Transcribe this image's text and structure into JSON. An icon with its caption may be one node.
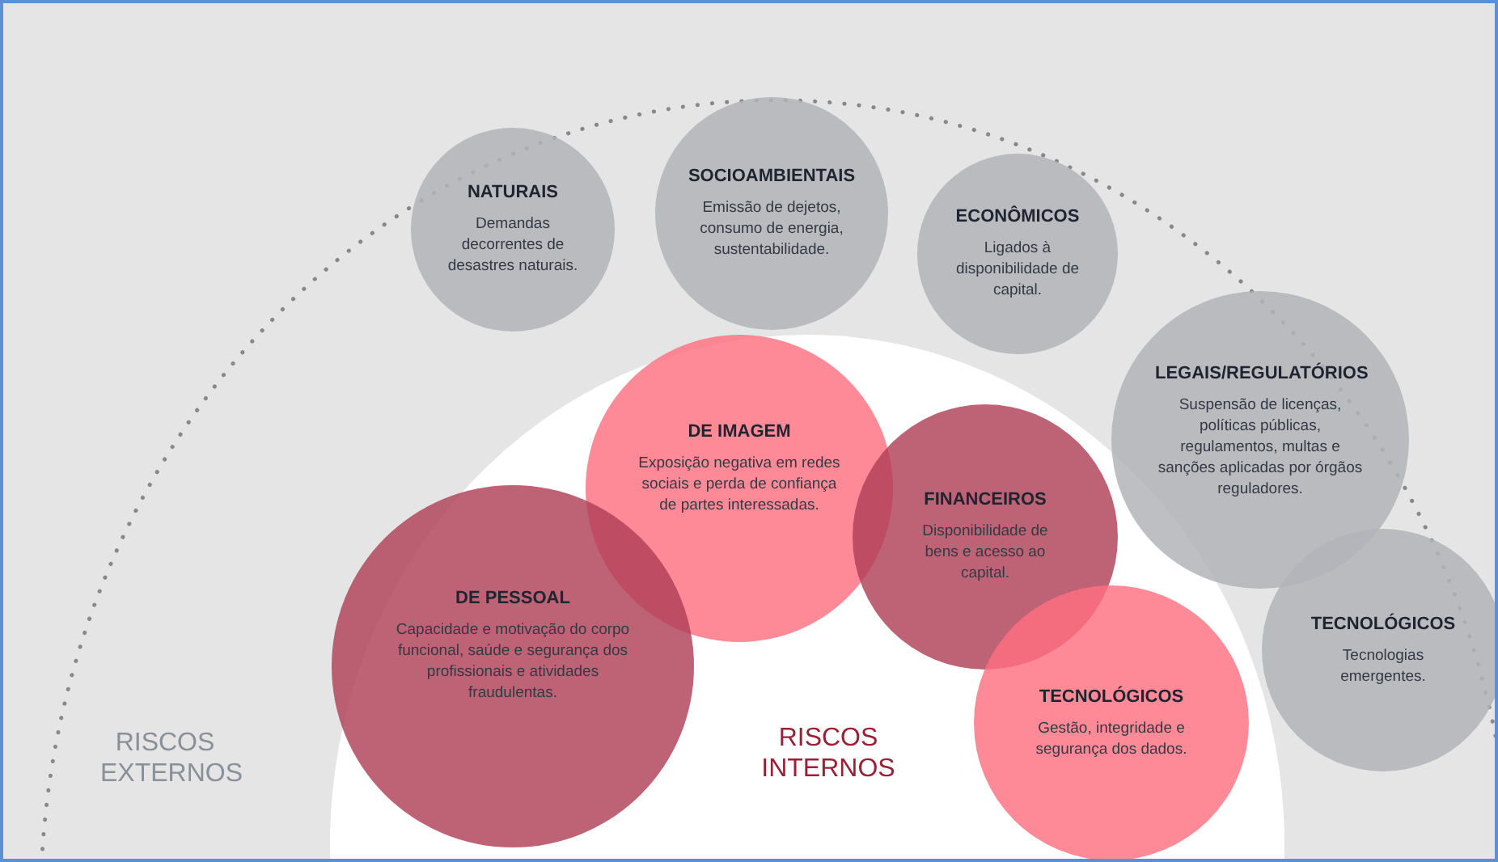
{
  "diagram": {
    "nodes": [
      {
        "text": [
          "NATURAIS",
          "Demandas decorrentes de desastres naturais."
        ]
      },
      {
        "text": [
          "SOCIOAMBIENTAIS",
          "Emissão de dejetos, consumo de energia, sustentabilidade."
        ]
      },
      {
        "text": [
          "ECONÔMICOS",
          "Ligados à disponibilidade de capital."
        ]
      },
      {
        "text": [
          "LEGAIS/REGULATÓRIOS",
          "Suspensão de licenças, políticas públicas, regulamentos, multas e sanções aplicadas por órgãos reguladores."
        ]
      },
      {
        "text": [
          "DE IMAGEM",
          "Exposição negativa em redes sociais e perda de confiança de partes interessadas."
        ]
      },
      {
        "text": [
          "FINANCEIROS",
          "Disponibilidade de bens e acesso ao capital."
        ]
      },
      {
        "text": [
          "DE PESSOAL",
          "Capacidade e motivação do corpo funcional, saúde e segurança dos profissionais e atividades fraudulentas."
        ]
      },
      {
        "text": [
          "TECNOLÓGICOS",
          "Tecnologias emergentes."
        ]
      },
      {
        "text": [
          "TECNOLÓGICOS",
          "Gestão, integridade e segurança dos dados."
        ]
      }
    ],
    "edges": [],
    "labels": [
      "RISCOS EXTERNOS",
      "RISCOS INTERNOS"
    ]
  }
}
